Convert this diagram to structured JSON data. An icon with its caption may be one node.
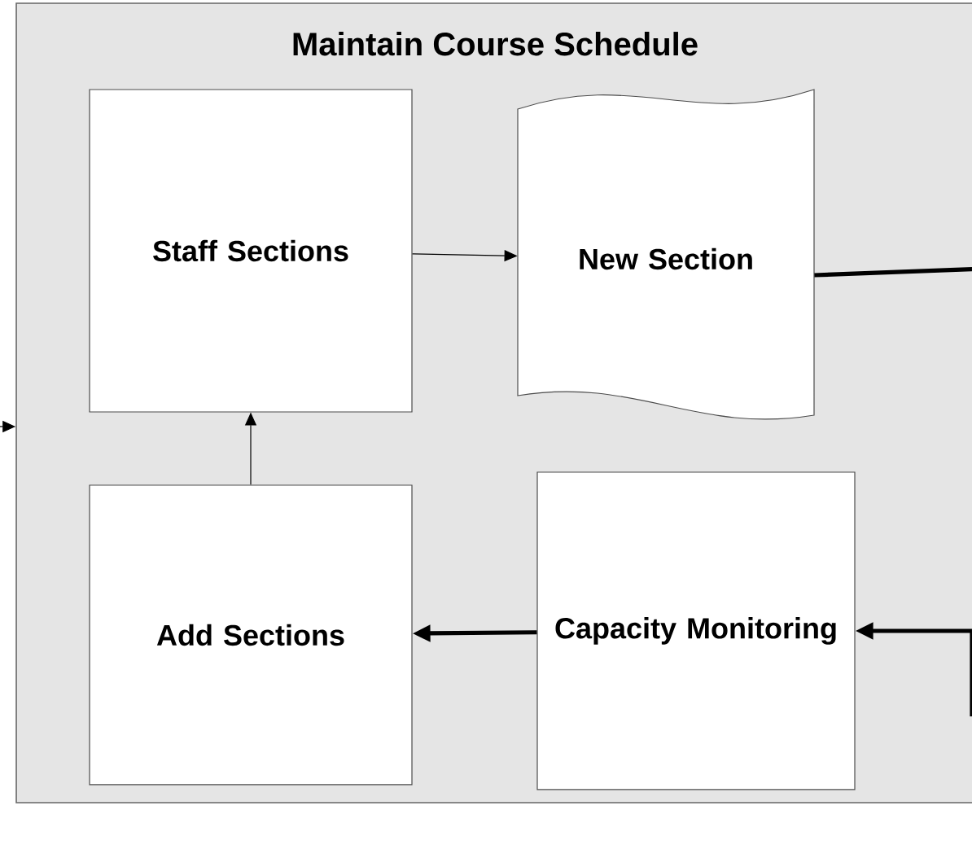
{
  "diagram": {
    "nodes": [
      {
        "text": [
          "Maintain Course Schedule"
        ]
      },
      {
        "text": [
          "Staff Sections"
        ],
        "in": 0
      },
      {
        "text": [
          "New Section"
        ],
        "in": 0
      },
      {
        "text": [
          "Add Sections"
        ],
        "in": 0
      },
      {
        "text": [
          "Capacity Monitoring"
        ],
        "in": 0
      }
    ],
    "edges": [
      {
        "from": null,
        "to": 0,
        "arrow": "to"
      },
      {
        "from": 1,
        "to": 2,
        "arrow": "to"
      },
      {
        "from": 3,
        "to": 1,
        "arrow": "to"
      },
      {
        "from": 4,
        "to": 3,
        "arrow": "to",
        "style": "thick"
      },
      {
        "from": 2,
        "to": null,
        "arrow": "none",
        "style": "thick"
      },
      {
        "from": null,
        "to": 4,
        "arrow": "to",
        "style": "thick"
      }
    ]
  }
}
